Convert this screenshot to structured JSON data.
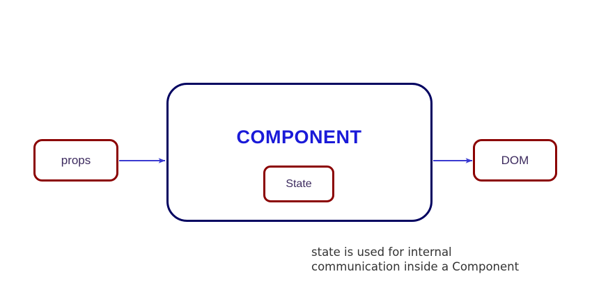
{
  "diagram": {
    "title_node": {
      "label": "COMPONENT",
      "color": "#1a1ad8",
      "border_color": "#000060"
    },
    "nodes": [
      {
        "id": "props",
        "label": "props",
        "border_color": "#8b0000",
        "text_color": "#3d2b5f"
      },
      {
        "id": "state",
        "label": "State",
        "border_color": "#8b0000",
        "text_color": "#3d2b5f"
      },
      {
        "id": "dom",
        "label": "DOM",
        "border_color": "#8b0000",
        "text_color": "#3d2b5f"
      }
    ],
    "arrows": [
      {
        "id": "props-to-component",
        "color": "#3a3ad0"
      },
      {
        "id": "component-to-dom",
        "color": "#3a3ad0"
      }
    ],
    "caption": "state is used for internal\ncommunication inside a Component",
    "caption_color": "#333333",
    "background": "#ffffff"
  }
}
